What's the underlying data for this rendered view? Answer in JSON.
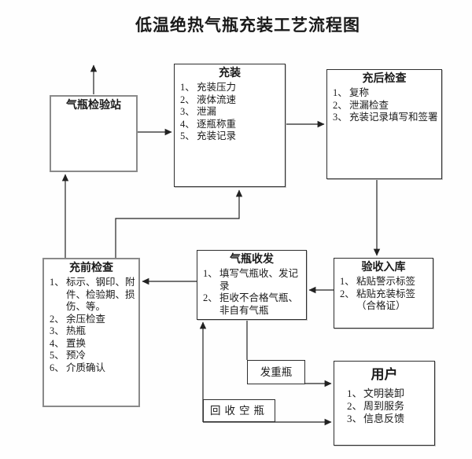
{
  "title": "低温绝热气瓶充装工艺流程图",
  "colors": {
    "line": "#222222",
    "border": "#2e2e2e",
    "background": "#fefefe",
    "text": "#1a1a1a"
  },
  "boxes": {
    "inspection_station": {
      "title": "气瓶检验站"
    },
    "filling": {
      "title": "充装",
      "items": [
        {
          "n": "1、",
          "t": "充装压力"
        },
        {
          "n": "2、",
          "t": "液体流速"
        },
        {
          "n": "3、",
          "t": "泄漏"
        },
        {
          "n": "4、",
          "t": "逐瓶称重"
        },
        {
          "n": "5、",
          "t": "充装记录"
        }
      ]
    },
    "post_check": {
      "title": "充后检查",
      "items": [
        {
          "n": "1、",
          "t": "复称"
        },
        {
          "n": "2、",
          "t": "泄漏检查"
        },
        {
          "n": "3、",
          "t": "充装记录填写和签署"
        }
      ]
    },
    "pre_check": {
      "title": "充前检查",
      "items": [
        {
          "n": "1、",
          "t": "标示、钢印、附件、检验期、损伤、等。"
        },
        {
          "n": "2、",
          "t": "余压检查"
        },
        {
          "n": "3、",
          "t": "热瓶"
        },
        {
          "n": "4、",
          "t": "置换"
        },
        {
          "n": "5、",
          "t": "预冷"
        },
        {
          "n": "6、",
          "t": "介质确认"
        }
      ]
    },
    "receipt_dispatch": {
      "title": "气瓶收发",
      "items": [
        {
          "n": "1、",
          "t": "填写气瓶收、发记录"
        },
        {
          "n": "2、",
          "t": "拒收不合格气瓶、非自有气瓶"
        }
      ]
    },
    "acceptance": {
      "title": "验收入库",
      "items": [
        {
          "n": "1、",
          "t": "粘贴警示标签"
        },
        {
          "n": "2、",
          "t": "粘贴充装标签（合格证）"
        }
      ]
    },
    "user": {
      "title": "用户",
      "items": [
        {
          "n": "1、",
          "t": "文明装卸"
        },
        {
          "n": "2、",
          "t": "周到服务"
        },
        {
          "n": "3、",
          "t": "信息反馈"
        }
      ]
    },
    "dispatch_full": {
      "title": "发重瓶"
    },
    "recover_empty": {
      "title": "回收空瓶"
    }
  }
}
